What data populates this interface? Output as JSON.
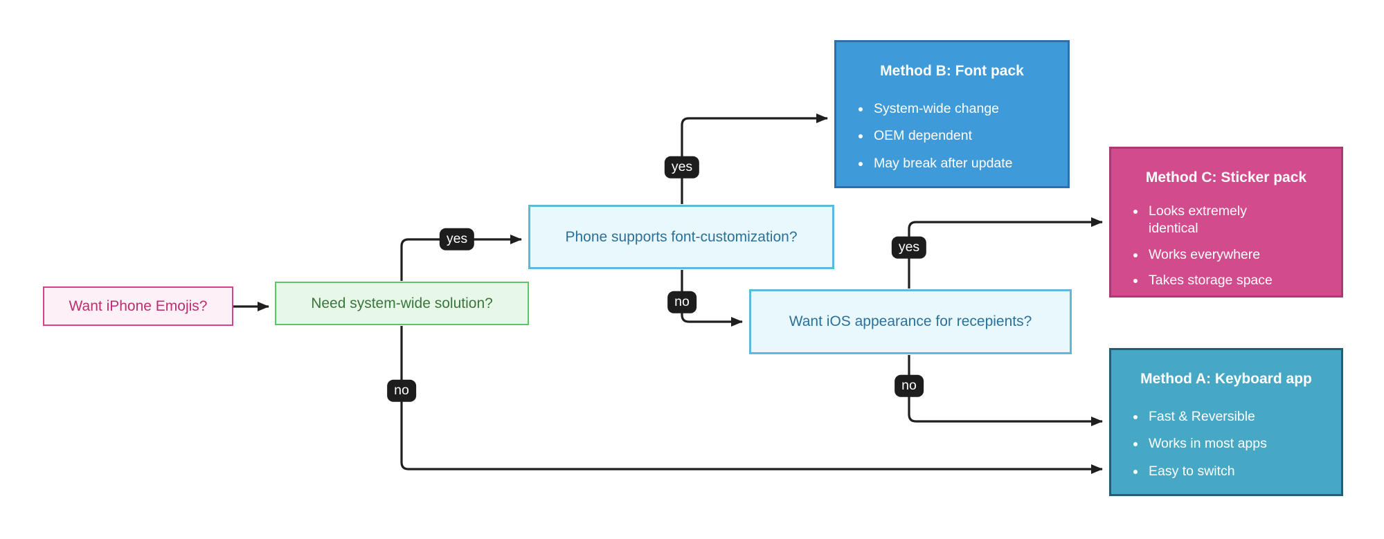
{
  "diagram": {
    "title": "iPhone emoji decision flowchart",
    "colors": {
      "background": "#ffffff",
      "edge": "#1f1f1f",
      "edge_label_bg": "#1d1d1d",
      "edge_label_text": "#ffffff",
      "start_node": {
        "bg": "#fdf0f6",
        "border": "#d6418c",
        "text": "#bb2f70"
      },
      "question_green": {
        "bg": "#e7f8e8",
        "border": "#5ec46a",
        "text": "#39753c"
      },
      "question_blue": {
        "bg": "#e9f8fd",
        "border": "#5cb9d9",
        "text": "#2b7099"
      },
      "method_b": {
        "bg": "#3f9ad9",
        "border": "#2b6fae",
        "text": "#ffffff"
      },
      "method_c": {
        "bg": "#d24b8c",
        "border": "#a93a74",
        "text": "#ffffff"
      },
      "method_a": {
        "bg": "#47a8c6",
        "border": "#1f5f7a",
        "text": "#ffffff"
      }
    },
    "nodes": {
      "start": {
        "label": "Want iPhone Emojis?"
      },
      "q_system": {
        "label": "Need system-wide solution?"
      },
      "q_font": {
        "label": "Phone supports font-customization?"
      },
      "q_ios": {
        "label": "Want iOS appearance for recepients?"
      },
      "method_b": {
        "title": "Method B: Font pack",
        "bullets": [
          "System-wide change",
          "OEM dependent",
          "May break after update"
        ]
      },
      "method_c": {
        "title": "Method C: Sticker pack",
        "bullets": [
          "Looks extremely identical",
          "Works everywhere",
          "Takes storage space"
        ]
      },
      "method_a": {
        "title": "Method A: Keyboard app",
        "bullets": [
          "Fast & Reversible",
          "Works in most apps",
          "Easy to switch"
        ]
      }
    },
    "edges": {
      "system_yes": "yes",
      "system_no": "no",
      "font_yes": "yes",
      "font_no": "no",
      "ios_yes": "yes",
      "ios_no": "no"
    }
  }
}
